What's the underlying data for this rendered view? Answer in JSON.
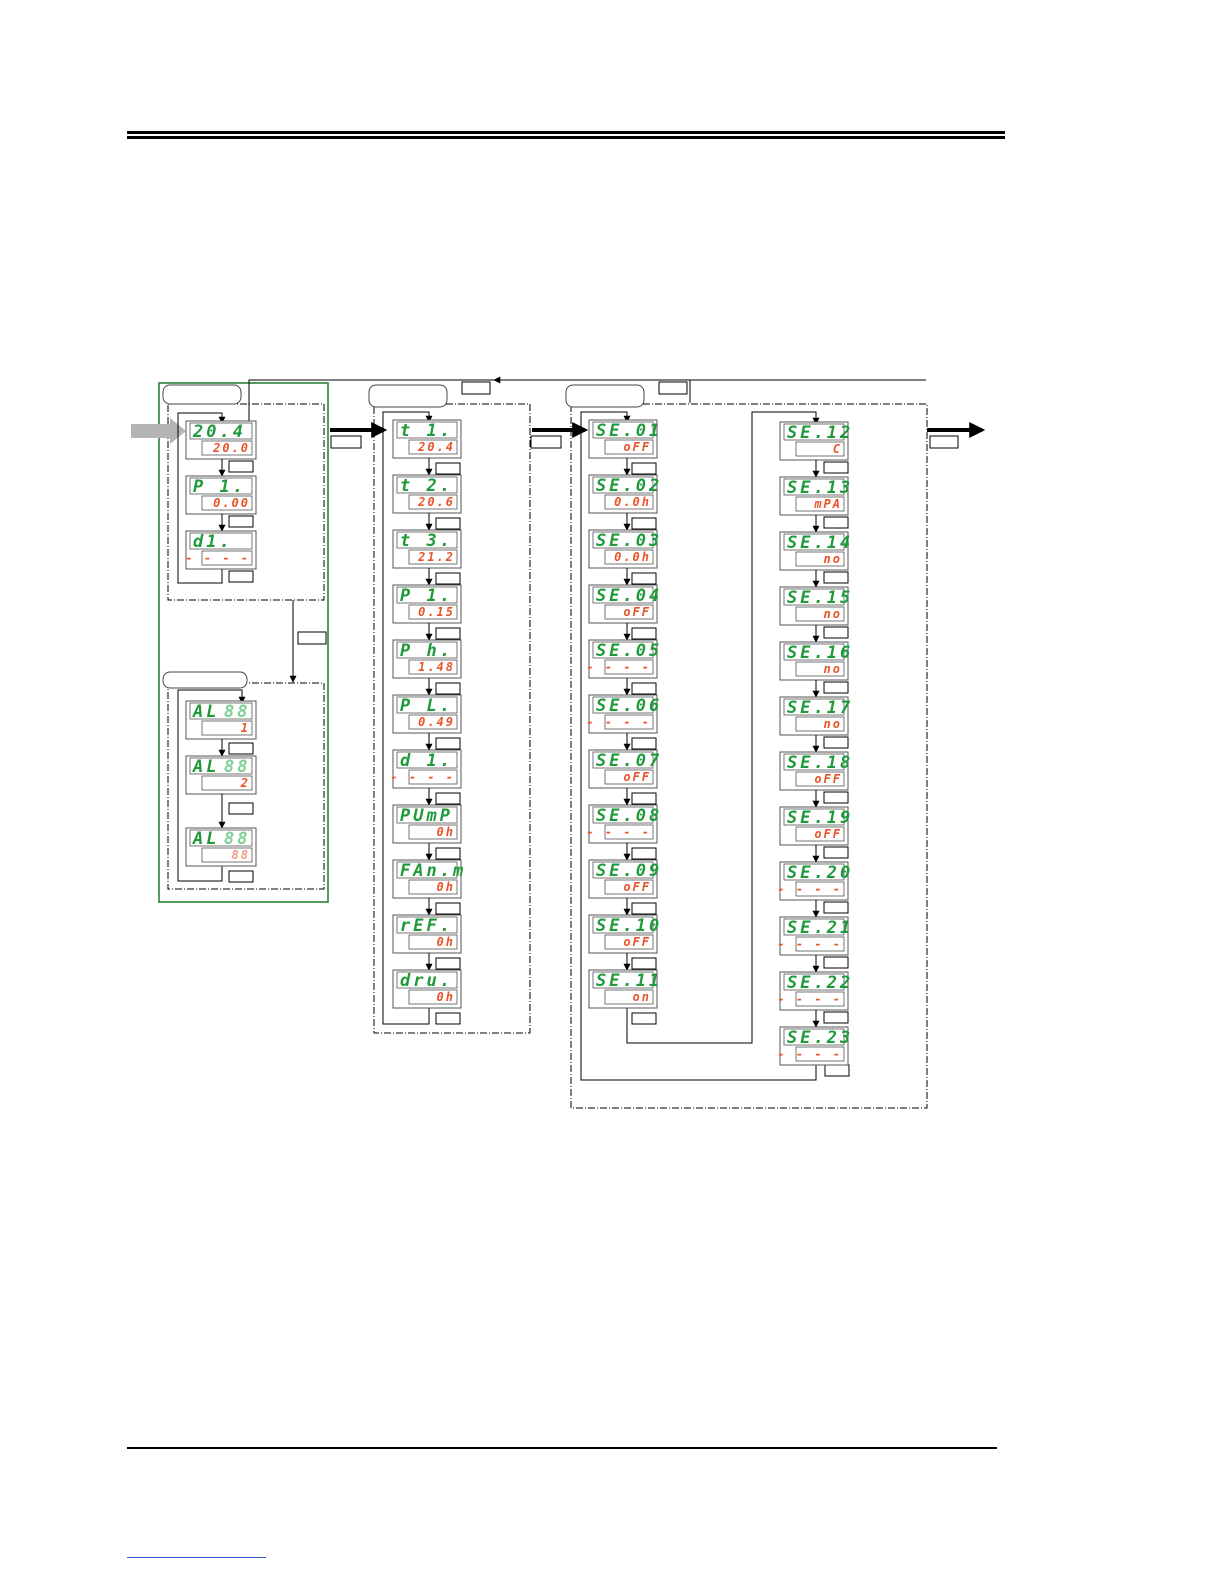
{
  "colors": {
    "top_digits": "#1f9a3a",
    "bottom_digits": "#e8542a",
    "group_border": "#1e7a2e",
    "rule": "#000000",
    "key_arrow": "#b4b4b4"
  },
  "groups": {
    "monitor": {
      "panels": [
        {
          "top": "20.4",
          "bottom": "20.0"
        },
        {
          "top": "P 1.",
          "bottom": "0.00"
        },
        {
          "top": "d1.",
          "bottom": "- - - -"
        }
      ]
    },
    "alarm": {
      "panels": [
        {
          "top": "AL",
          "bottom": "1"
        },
        {
          "top": "AL",
          "bottom": "2"
        },
        {
          "top": "AL",
          "bottom": ""
        }
      ]
    }
  },
  "column2": {
    "panels": [
      {
        "top": "t 1.",
        "bottom": "20.4"
      },
      {
        "top": "t 2.",
        "bottom": "20.6"
      },
      {
        "top": "t 3.",
        "bottom": "21.2"
      },
      {
        "top": "P 1.",
        "bottom": "0.15"
      },
      {
        "top": "P h.",
        "bottom": "1.48"
      },
      {
        "top": "P L.",
        "bottom": "0.49"
      },
      {
        "top": "d 1.",
        "bottom": "- - - -"
      },
      {
        "top": "PUmP",
        "bottom": "0h"
      },
      {
        "top": "FAn.m",
        "bottom": "0h"
      },
      {
        "top": "rEF.",
        "bottom": "0h"
      },
      {
        "top": "dru.",
        "bottom": "0h"
      }
    ]
  },
  "column3": {
    "panels": [
      {
        "top": "SE.01",
        "bottom": "oFF"
      },
      {
        "top": "SE.02",
        "bottom": "0.0h"
      },
      {
        "top": "SE.03",
        "bottom": "0.0h"
      },
      {
        "top": "SE.04",
        "bottom": "oFF"
      },
      {
        "top": "SE.05",
        "bottom": "- - - -"
      },
      {
        "top": "SE.06",
        "bottom": "- - - -"
      },
      {
        "top": "SE.07",
        "bottom": "oFF"
      },
      {
        "top": "SE.08",
        "bottom": "- - - -"
      },
      {
        "top": "SE.09",
        "bottom": "oFF"
      },
      {
        "top": "SE.10",
        "bottom": "oFF"
      },
      {
        "top": "SE.11",
        "bottom": "on"
      }
    ]
  },
  "column4": {
    "panels": [
      {
        "top": "SE.12",
        "bottom": "C"
      },
      {
        "top": "SE.13",
        "bottom": "mPA"
      },
      {
        "top": "SE.14",
        "bottom": "no"
      },
      {
        "top": "SE.15",
        "bottom": "no"
      },
      {
        "top": "SE.16",
        "bottom": "no"
      },
      {
        "top": "SE.17",
        "bottom": "no"
      },
      {
        "top": "SE.18",
        "bottom": "oFF"
      },
      {
        "top": "SE.19",
        "bottom": "oFF"
      },
      {
        "top": "SE.20",
        "bottom": "- - - -"
      },
      {
        "top": "SE.21",
        "bottom": "- - - -"
      },
      {
        "top": "SE.22",
        "bottom": "- - - -"
      },
      {
        "top": "SE.23",
        "bottom": "- - - -"
      }
    ]
  }
}
